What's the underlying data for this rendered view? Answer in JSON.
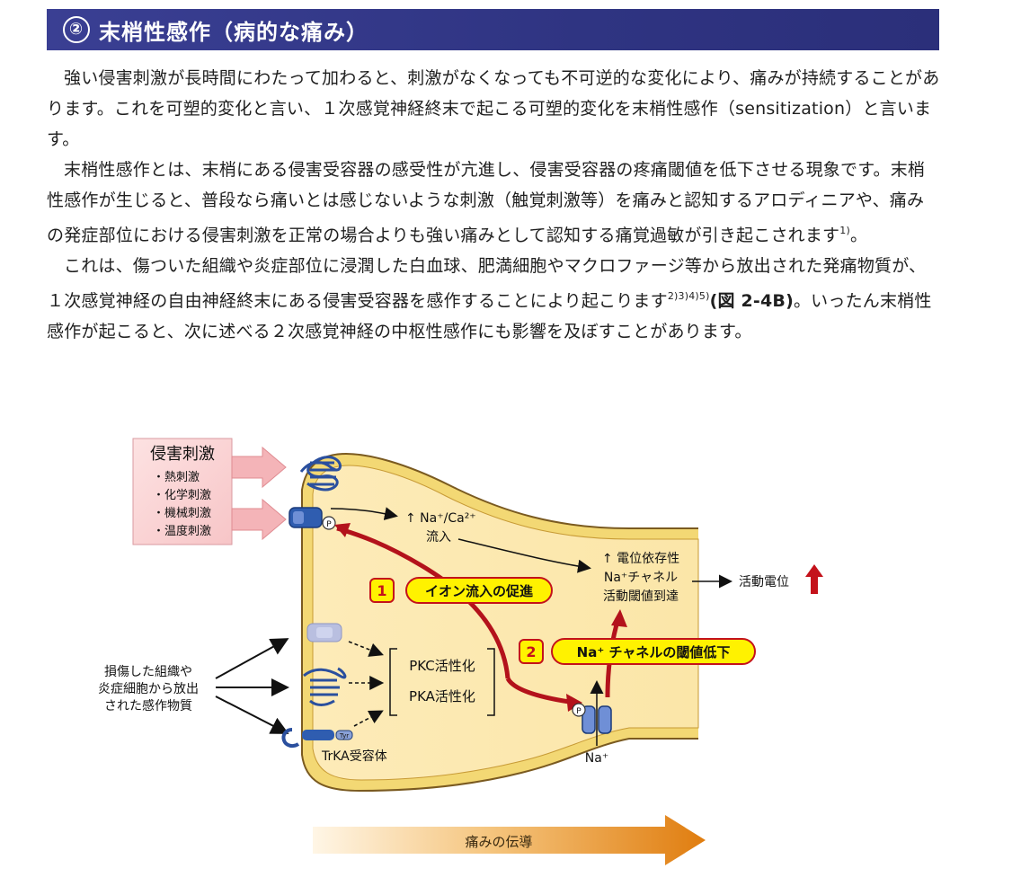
{
  "header": {
    "number": "②",
    "title": "末梢性感作（病的な痛み）"
  },
  "body": {
    "p1": "強い侵害刺激が長時間にわたって加わると、刺激がなくなっても不可逆的な変化により、痛みが持続することがあります。これを可塑的変化と言い、１次感覚神経終末で起こる可塑的変化を末梢性感作（sensitization）と言います。",
    "p2_text": "末梢性感作とは、末梢にある侵害受容器の感受性が亢進し、侵害受容器の疼痛閾値を低下させる現象です。末梢性感作が生じると、普段なら痛いとは感じないような刺激（触覚刺激等）を痛みと認知するアロディニアや、痛みの発症部位における侵害刺激を正常の場合よりも強い痛みとして認知する痛覚過敏が引き起こされます",
    "p2_ref": "1)",
    "p2_end": "。",
    "p3_text": "これは、傷ついた組織や炎症部位に浸潤した白血球、肥満細胞やマクロファージ等から放出された発痛物質が、１次感覚神経の自由神経終末にある侵害受容器を感作することにより起こります",
    "p3_ref": "2)3)4)5)",
    "p3_fig": "(図 2-4B)",
    "p3_end": "。いったん末梢性感作が起こると、次に述べる２次感覚神経の中枢性感作にも影響を及ぼすことがあります。"
  },
  "figure": {
    "noxious": {
      "title": "侵害刺激",
      "items": [
        "・熱刺激",
        "・化学刺激",
        "・機械刺激",
        "・温度刺激"
      ]
    },
    "na_ca": "↑ Na⁺/Ca²⁺",
    "influx": "流入",
    "vgsc": [
      "↑ 電位依存性",
      "Na⁺チャネル",
      "活動閾値到達"
    ],
    "action_potential": "活動電位",
    "step1": {
      "num": "1",
      "label": "イオン流入の促進"
    },
    "step2": {
      "num": "2",
      "label": "Na⁺ チャネルの閾値低下"
    },
    "damaged": [
      "損傷した組織や",
      "炎症細胞から放出",
      "された感作物質"
    ],
    "pkc": "PKC活性化",
    "pka": "PKA活性化",
    "trka": "TrKA受容体",
    "tyr": "Tyr",
    "p_mark": "P",
    "na_plus": "Na⁺",
    "conduction": "痛みの伝導",
    "colors": {
      "membrane": "#f2d76b",
      "cytoplasm": "#fbe8b0",
      "arrow_red": "#b3121b",
      "label_yellow": "#fff200",
      "channel_blue": "#3a66b8"
    }
  }
}
